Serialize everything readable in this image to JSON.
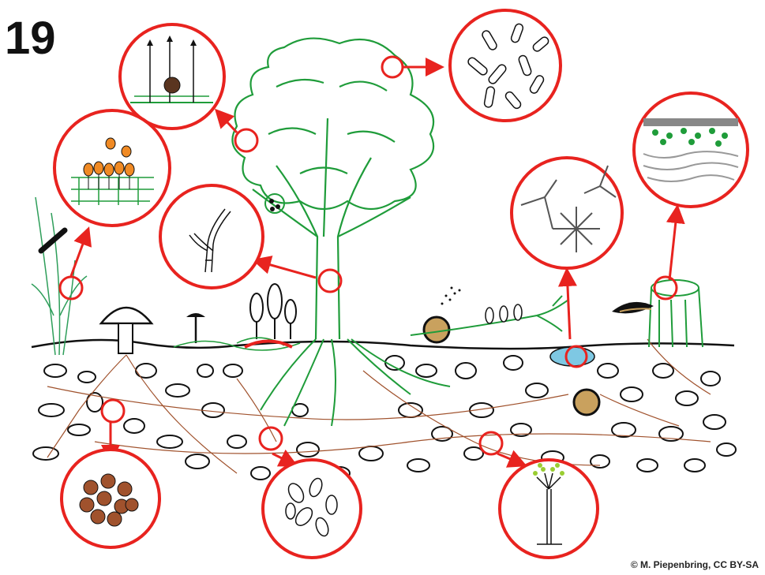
{
  "figure": {
    "number": "19",
    "credit": "© M. Piepenbring, CC BY-SA"
  },
  "colors": {
    "callout": "#e8231f",
    "plant": "#1f9c3a",
    "root": "#a0522d",
    "spore": "#c0622a",
    "fruiting": "#c9a15e",
    "water": "#7ec8e3",
    "ink": "#111111"
  },
  "callouts": [
    {
      "id": "leaf-surface-fungus",
      "icon": "sporangiophore-on-leaf"
    },
    {
      "id": "leaf-endophyte-spores",
      "icon": "spores"
    },
    {
      "id": "rust-on-leaf",
      "icon": "uredinia"
    },
    {
      "id": "stem-hyphae",
      "icon": "branched-hyphae"
    },
    {
      "id": "aquatic-hyphomycetes",
      "icon": "tetraradiate-conidia"
    },
    {
      "id": "lichen-cross-section",
      "icon": "lichen-thallus"
    },
    {
      "id": "soil-spores",
      "icon": "glomeromycete-spores"
    },
    {
      "id": "soil-yeasts",
      "icon": "yeast-cells"
    },
    {
      "id": "soil-mold",
      "icon": "conidiophore"
    }
  ]
}
